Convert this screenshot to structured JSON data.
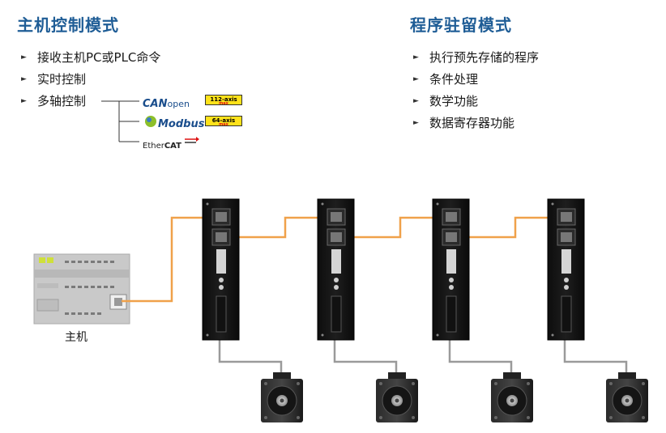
{
  "left_section": {
    "title": "主机控制模式",
    "items": [
      "接收主机PC或PLC命令",
      "实时控制",
      "多轴控制"
    ]
  },
  "right_section": {
    "title": "程序驻留模式",
    "items": [
      "执行预先存储的程序",
      "条件处理",
      "数学功能",
      "数据寄存器功能"
    ]
  },
  "protocols": [
    {
      "name": "CANopen",
      "brand_main": "CAN",
      "brand_sub": "open",
      "badge_main": "112-axis",
      "badge_sub": "max"
    },
    {
      "name": "Modbus",
      "brand_main": "Modbus",
      "badge_main": "64-axis",
      "badge_sub": "max"
    },
    {
      "name": "EtherCAT",
      "brand_main": "Ether",
      "brand_sub": "CAT"
    }
  ],
  "host": {
    "label": "主机"
  },
  "colors": {
    "heading": "#1f5d96",
    "network_cable": "#f0a14a",
    "motor_cable": "#9a9a9a",
    "badge": "#ffe21a"
  }
}
